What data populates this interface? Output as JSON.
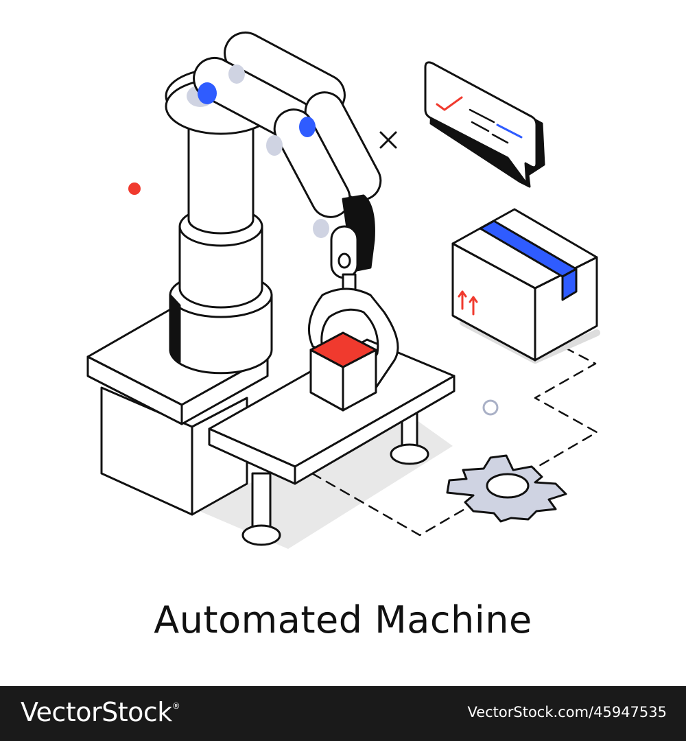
{
  "caption": "Automated Machine",
  "footer": {
    "brand": "VectorStock",
    "registered_mark": "®",
    "image_ref": "VectorStock.com/45947535"
  },
  "colors": {
    "outline": "#111111",
    "accent_blue": "#2f5cff",
    "accent_red": "#f03a2e",
    "shade_gray": "#cfd3e2",
    "shadow": "#e7e7e7",
    "footer_bg": "#1a1a1a"
  }
}
